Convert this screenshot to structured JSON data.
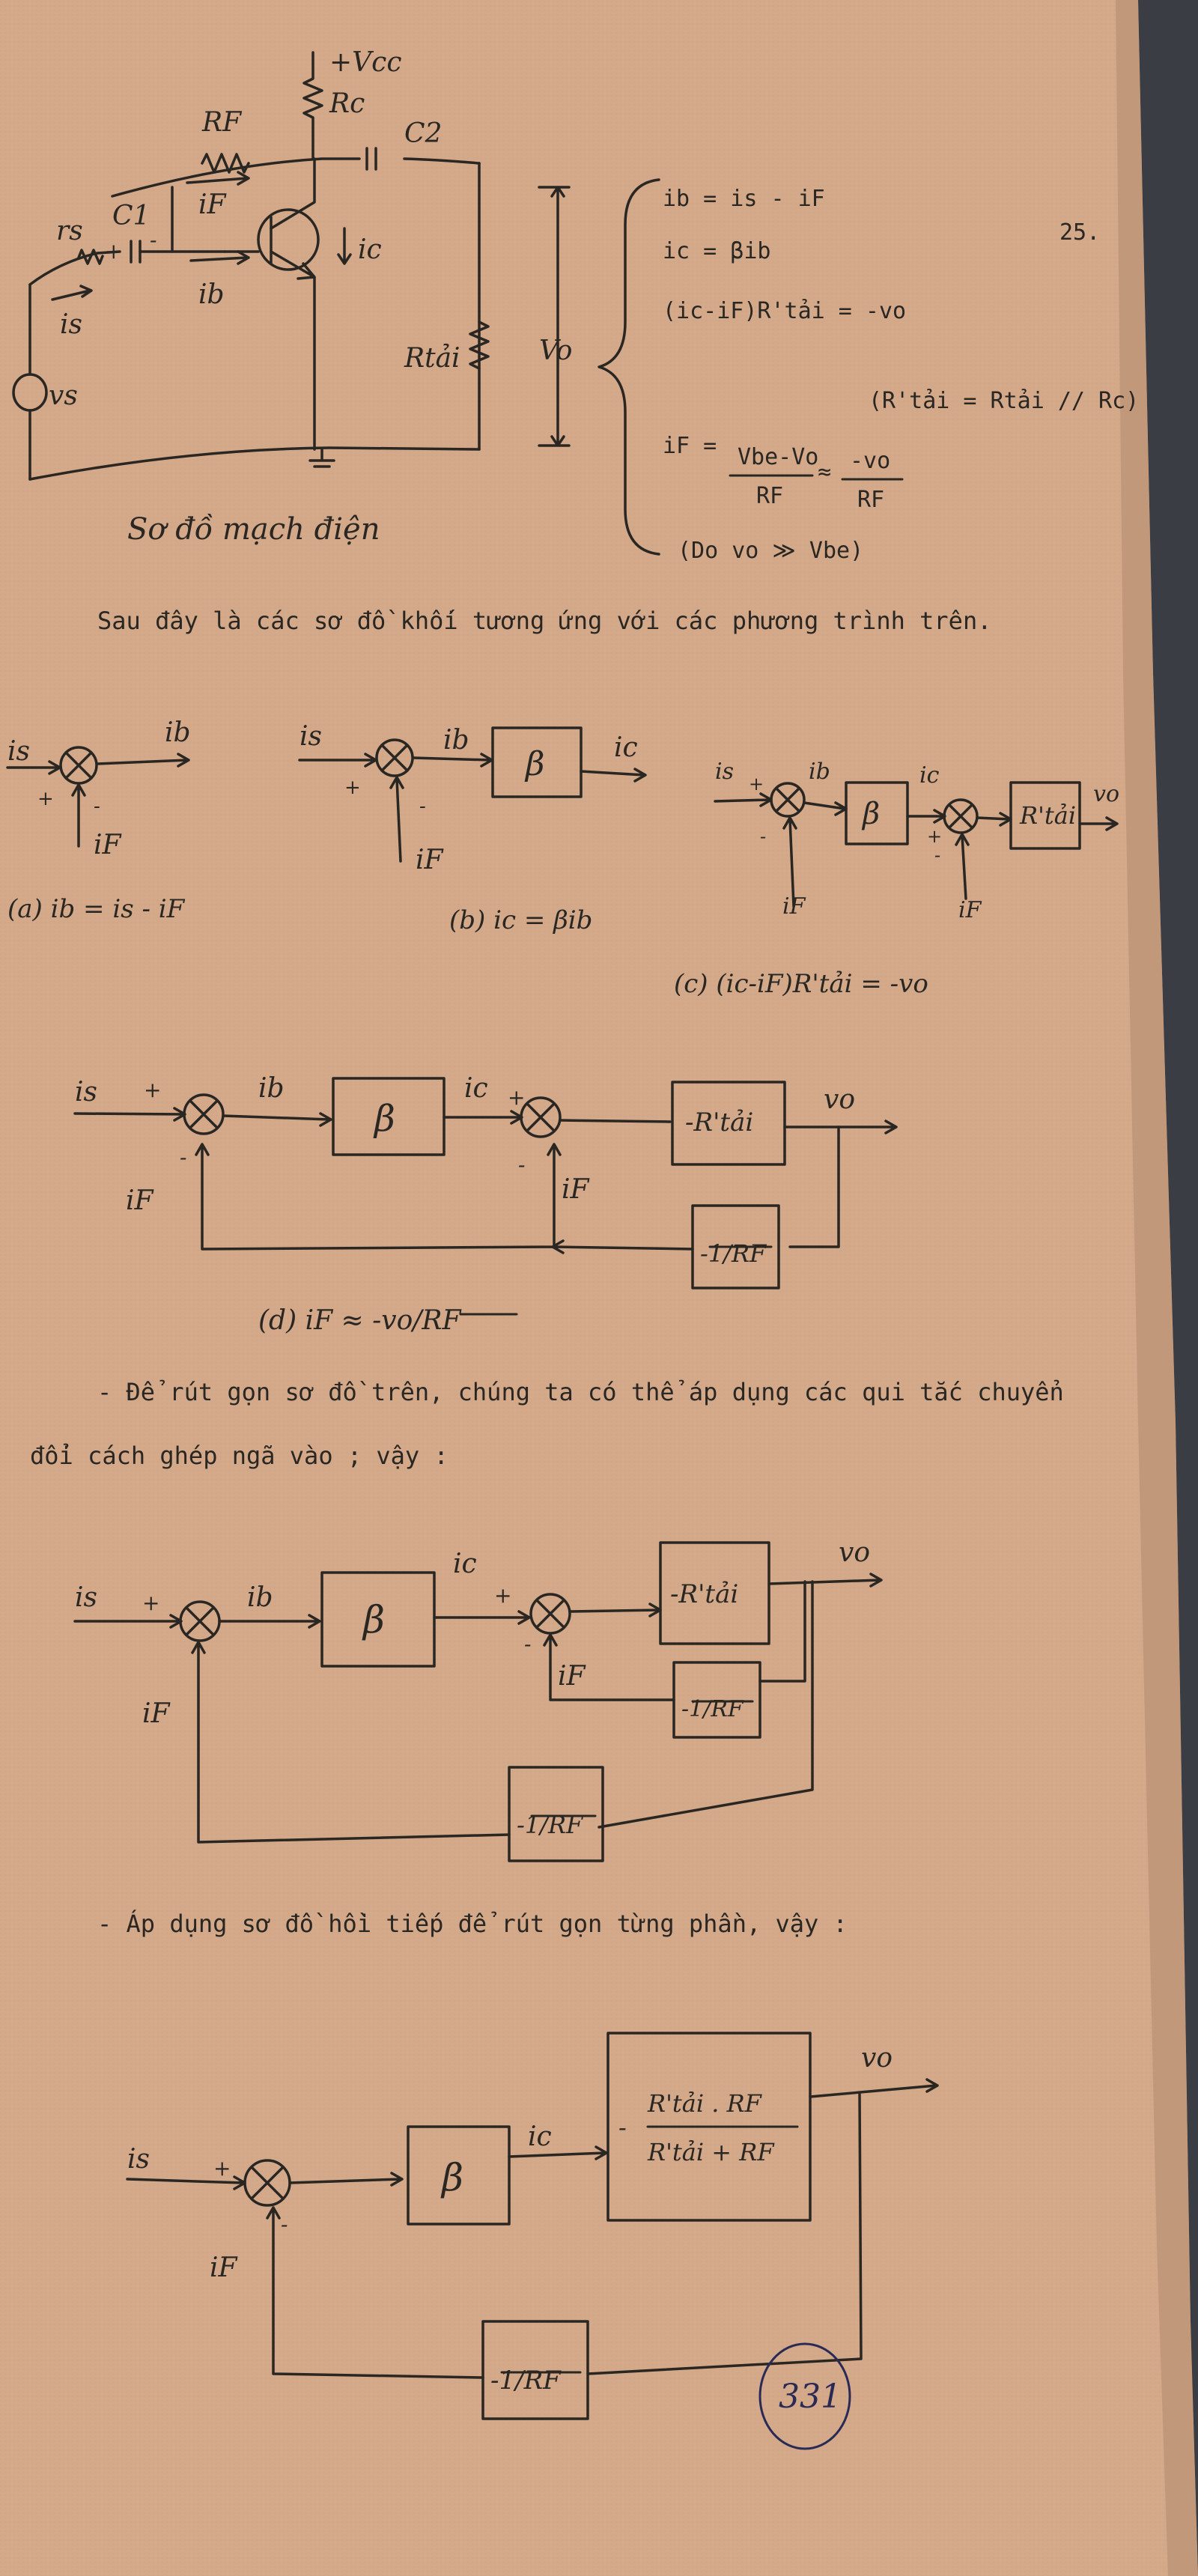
{
  "page": {
    "number": "25.",
    "stamp": "331",
    "paper_color": "#d3a98a",
    "ink_color": "#2a2622",
    "background_color": "#3a3d44"
  },
  "circuit": {
    "caption": "Sơ đồ mạch điện",
    "labels": {
      "vcc": "+Vcc",
      "rc": "Rc",
      "rf": "RF",
      "c1": "C1",
      "c2": "C2",
      "rs": "rs",
      "is": "is",
      "ib": "ib",
      "if": "iF",
      "ic": "ic",
      "rtai": "Rtải",
      "vo": "Vo",
      "vs": "vs",
      "plus": "+",
      "minus": "-"
    }
  },
  "equations": {
    "eq1": "ib = is - iF",
    "eq2": "ic = βib",
    "eq3": "(ic-iF)R'tải = -vo",
    "note_r": "(R'tải = Rtải // Rc)",
    "eq4_lhs": "iF =",
    "eq4_num1": "Vbe-Vo",
    "eq4_den1": "RF",
    "eq4_approx": "≈",
    "eq4_num2": "-vo",
    "eq4_den2": "RF",
    "note_vo": "(Do vo ≫ Vbe)"
  },
  "text": {
    "intro": "Sau đây là các sơ đồ khối tương ứng với các phương trình trên.",
    "rule1_line1": "- Để rút gọn sơ đồ trên, chúng ta có thể áp dụng các qui tắc chuyển",
    "rule1_line2": "đổi cách ghép ngã vào ; vậy :",
    "rule2": "- Áp dụng sơ đồ hồi tiếp để rút gọn từng phần, vậy :"
  },
  "diagrams": {
    "a_caption": "(a) ib = is - iF",
    "b_caption": "(b) ic = βib",
    "c_caption": "(c) (ic-iF)R'tải = -vo",
    "d_caption": "(d) iF ≈ -vo/RF",
    "beta": "β",
    "neg_rtai": "-R'tải",
    "rtai_block": "R'tải",
    "neg_inv_rf": "-1/RF",
    "reduced_num": "R'tải . RF",
    "reduced_den": "R'tải + RF",
    "is": "is",
    "ib": "ib",
    "if": "iF",
    "ic": "ic",
    "vo": "vo",
    "plus": "+",
    "minus": "-"
  }
}
